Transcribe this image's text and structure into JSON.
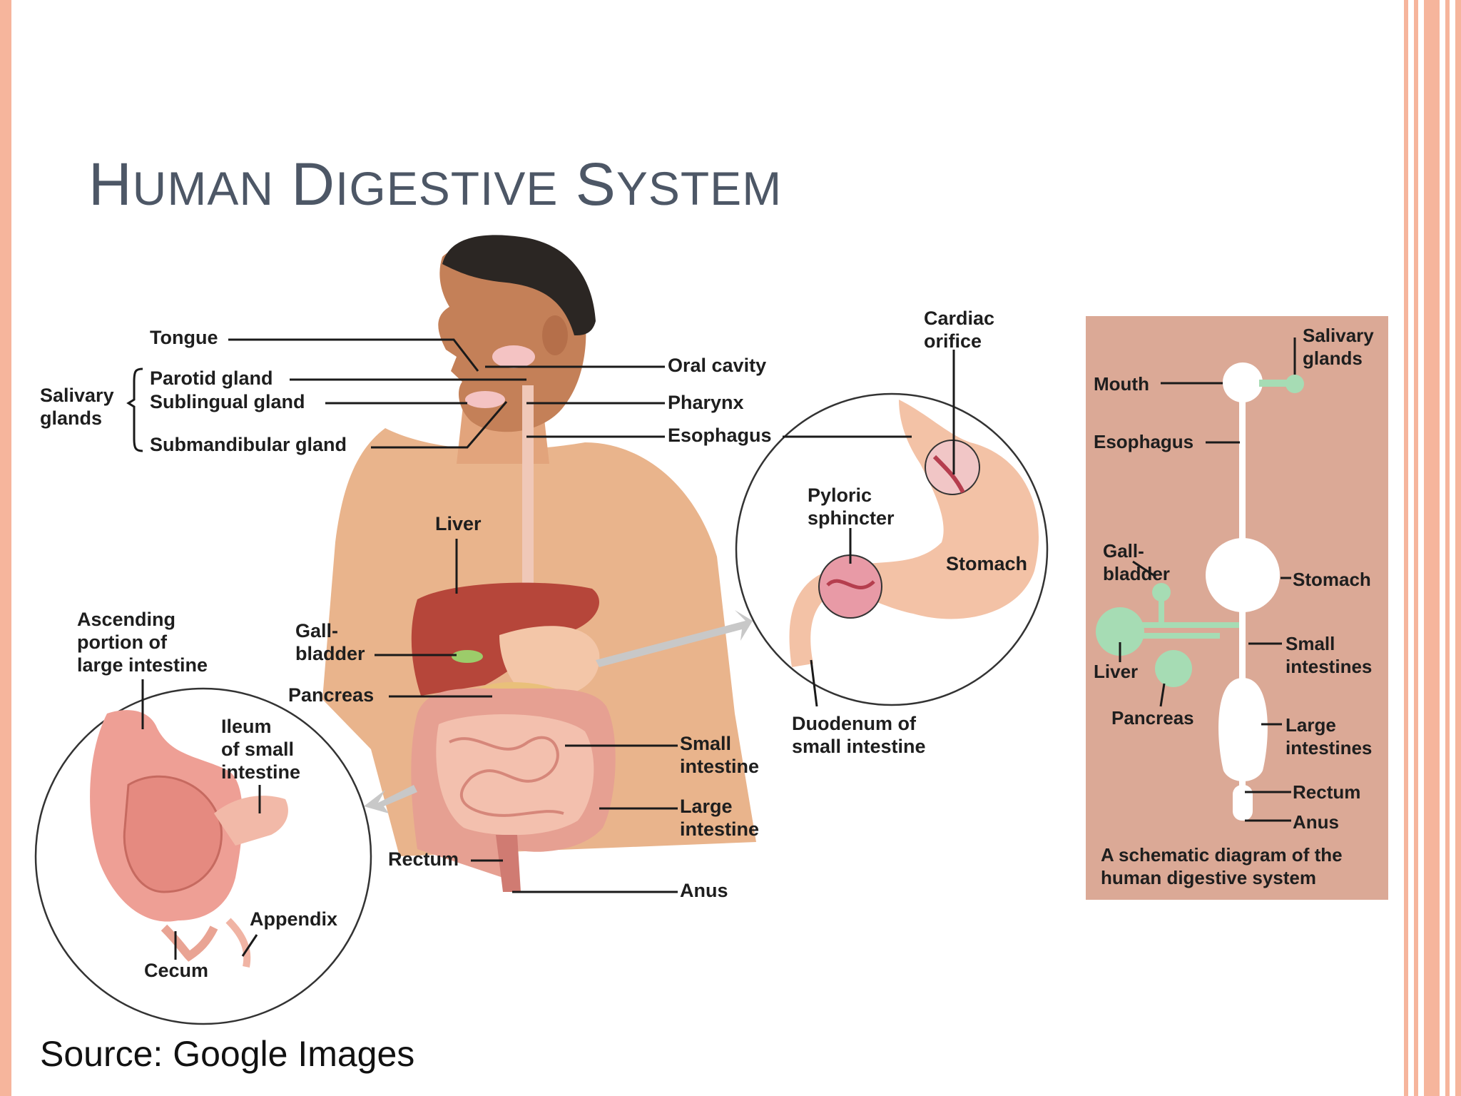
{
  "title": {
    "first": "H",
    "first_rest": "UMAN",
    "second": "D",
    "second_rest": "IGESTIVE",
    "third": "S",
    "third_rest": "YSTEM"
  },
  "labels": {
    "tongue": "Tongue",
    "salivary_glands": "Salivary\nglands",
    "parotid": "Parotid gland",
    "sublingual": "Sublingual gland",
    "submandibular": "Submandibular gland",
    "oral_cavity": "Oral cavity",
    "pharynx": "Pharynx",
    "esophagus": "Esophagus",
    "liver": "Liver",
    "gallbladder": "Gall-\nbladder",
    "pancreas": "Pancreas",
    "ascending": "Ascending\nportion of\nlarge intestine",
    "ileum": "Ileum\nof small\nintestine",
    "appendix": "Appendix",
    "cecum": "Cecum",
    "small_intestine": "Small\nintestine",
    "large_intestine": "Large\nintestine",
    "rectum": "Rectum",
    "anus": "Anus",
    "cardiac_orifice": "Cardiac\norifice",
    "pyloric_sphincter": "Pyloric\nsphincter",
    "stomach": "Stomach",
    "duodenum": "Duodenum of\nsmall intestine"
  },
  "schematic": {
    "salivary_glands": "Salivary\nglands",
    "mouth": "Mouth",
    "esophagus": "Esophagus",
    "gallbladder": "Gall-\nbladder",
    "stomach": "Stomach",
    "liver": "Liver",
    "small_intestines": "Small\nintestines",
    "pancreas": "Pancreas",
    "large_intestines": "Large\nintestines",
    "rectum": "Rectum",
    "anus": "Anus",
    "caption": "A schematic diagram of the\nhuman digestive system"
  },
  "source": "Source: Google Images",
  "colors": {
    "border": "#f6b59c",
    "title": "#4d5766",
    "schematic_bg": "#dba996",
    "accessory": "#a6dcb4",
    "skin": "#e9b48c",
    "liver": "#b6463a"
  }
}
